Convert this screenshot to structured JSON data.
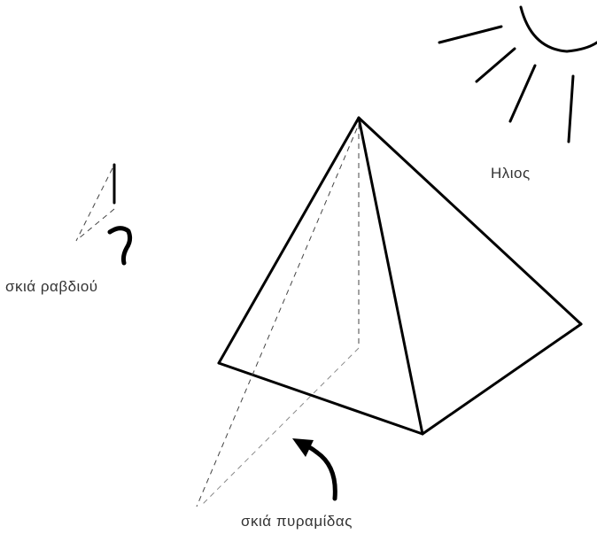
{
  "labels": {
    "sun": "Ηλιος",
    "stick_shadow": "σκιά ραβδιού",
    "pyramid_shadow": "σκιά πυραμίδας"
  },
  "icons": {
    "sun": "sun-icon",
    "arrows": "curved-arrow-icon"
  },
  "colors": {
    "lines": "#000000",
    "text": "#333333",
    "background": "#ffffff"
  }
}
